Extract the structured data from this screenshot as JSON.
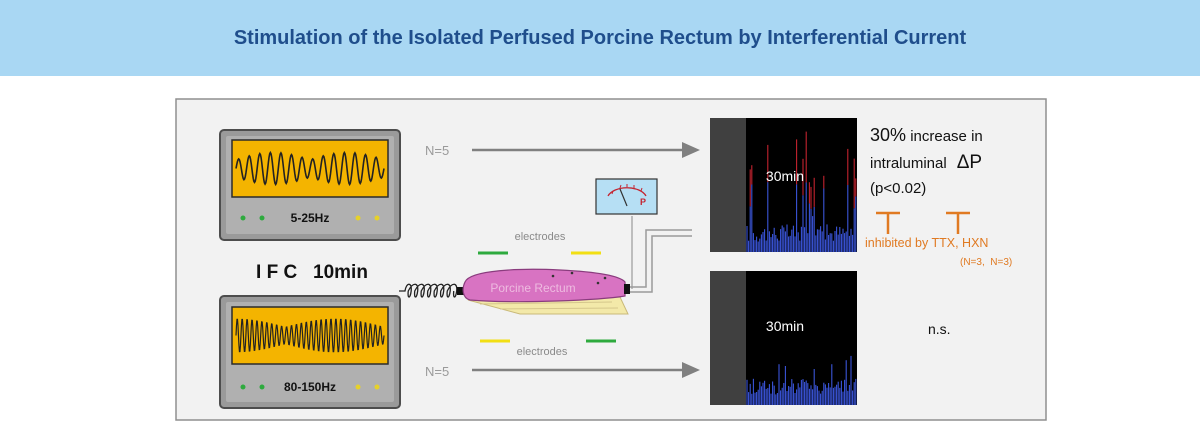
{
  "title": "Stimulation of the Isolated Perfused Porcine Rectum by Interferential Current",
  "devices": [
    {
      "freq_label": "5-25Hz"
    },
    {
      "freq_label": "80-150Hz"
    }
  ],
  "ifc_label": "I F C   10min",
  "arrows": [
    {
      "n_label": "N=5"
    },
    {
      "n_label": "N=5"
    }
  ],
  "electrode_label": "electrodes",
  "gauge_label": "P",
  "rectum_label": "Porcine Rectum",
  "panels": [
    {
      "time_label": "30min"
    },
    {
      "time_label": "30min"
    }
  ],
  "result_top": {
    "percent": "30%",
    "line1_rest": " increase in",
    "line2_word": "intraluminal",
    "delta_symbol": "ΔP",
    "p_value": "(p<0.02)",
    "inhibited": "inhibited by TTX, HXN",
    "n_values": "(N=3,  N=3)"
  },
  "result_bottom": "n.s.",
  "colors": {
    "header_bg": "#a9d7f3",
    "title": "#1f4e8c",
    "orange": "#e07a22",
    "screen_yellow": "#f4b400",
    "rectum_pink": "#d873c2",
    "electrode_green": "#2eaa3e",
    "electrode_yellow": "#f2df14",
    "trace_blue": "#3a55d9",
    "trace_red": "#c4232f"
  }
}
